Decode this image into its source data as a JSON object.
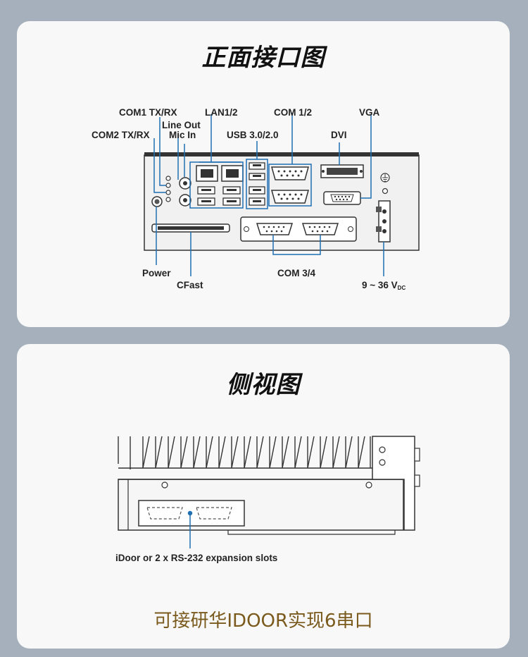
{
  "front": {
    "title": "正面接口图",
    "labels": {
      "com1": "COM1 TX/RX",
      "com2": "COM2 TX/RX",
      "line_out": "Line Out",
      "mic_in": "Mic In",
      "lan": "LAN1/2",
      "usb": "USB 3.0/2.0",
      "com12": "COM 1/2",
      "dvi": "DVI",
      "vga": "VGA",
      "power": "Power",
      "cfast": "CFast",
      "com34": "COM 3/4",
      "dc_main": "9 ~ 36 V",
      "dc_sub": "DC"
    }
  },
  "side": {
    "title": "侧视图",
    "labels": {
      "idoor": "iDoor or 2 x RS-232 expansion slots"
    }
  },
  "caption": "可接研华IDOOR实现6串口",
  "colors": {
    "callout": "#1f6fb2",
    "caption": "#7a5a1d",
    "background": "#a6b0bd"
  }
}
